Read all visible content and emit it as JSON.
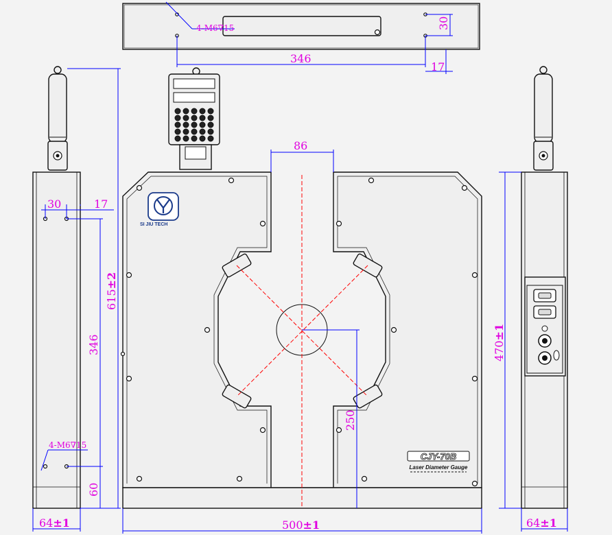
{
  "model": "CJY-70B",
  "product_name": "Laser Diameter Gauge",
  "brand": "SI JIU TECH",
  "dimensions": {
    "top_hole_spec": "4-M6",
    "top_hole_depth": "15",
    "top_span": "346",
    "top_offset_v": "30",
    "top_offset_h": "17",
    "front_width_value": "500",
    "front_width_tol": "±1",
    "window_width": "86",
    "center_height": "250",
    "left_offset_a": "30",
    "left_offset_b": "17",
    "left_height_value": "615",
    "left_height_tol": "±2",
    "left_span": "346",
    "left_bottom": "60",
    "left_hole_spec": "4-M6",
    "left_hole_depth": "15",
    "left_depth_value": "64",
    "left_depth_tol": "±1",
    "right_height_value": "470",
    "right_height_tol": "±1",
    "right_depth_value": "64",
    "right_depth_tol": "±1"
  },
  "colors": {
    "dimension_text": "#e000e0",
    "dimension_line": "#0000ff",
    "center_line": "#ff0000",
    "outline": "#111111"
  }
}
